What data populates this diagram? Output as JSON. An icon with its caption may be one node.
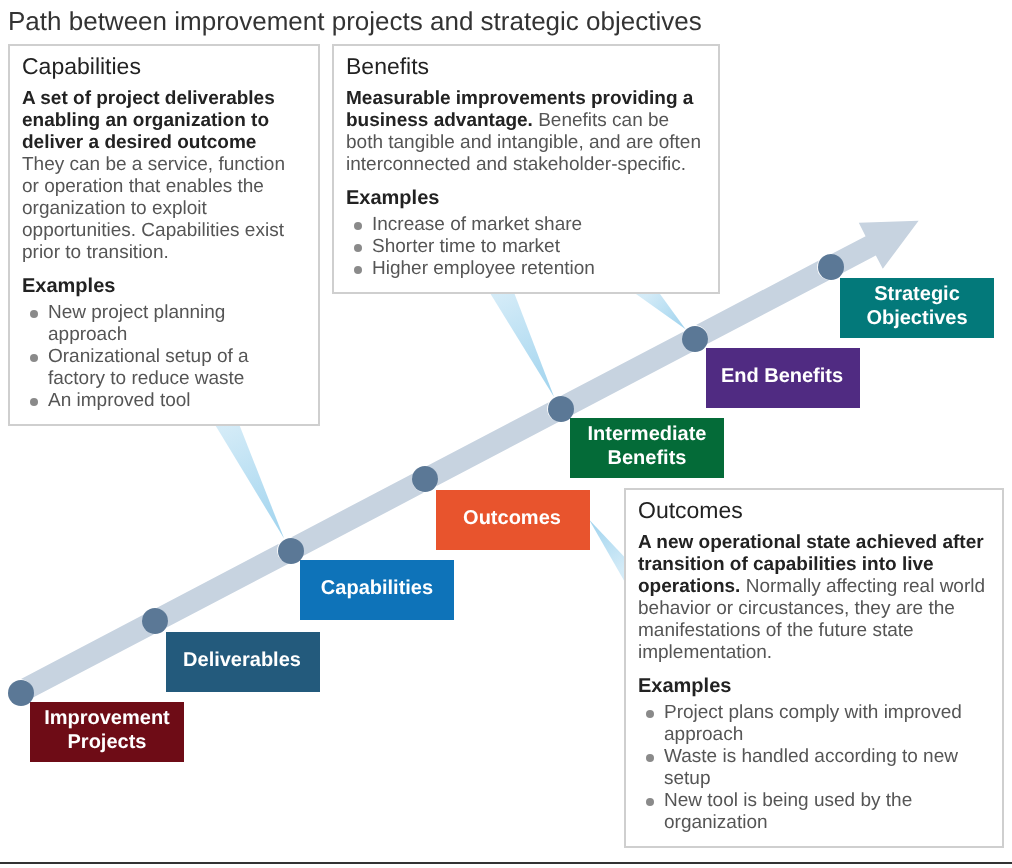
{
  "diagram": {
    "title": "Path between improvement projects and strategic objectives",
    "nodes": [
      {
        "text": [
          "Capabilities",
          "A set of project deliverables enabling an organization to deliver a desired outcome",
          "They can be a service, function or operation that enables the organization to exploit opportunities. Capabilities exist prior to transition.",
          "Examples",
          "New project planning approach",
          "Oranizational setup of a factory to reduce waste",
          "An improved tool"
        ]
      },
      {
        "text": [
          "Benefits",
          "**Measurable improvements providing a business advantage.** Benefits can be both tangible and intangible, and are often interconnected and stakeholder-specific.",
          "Examples",
          "Increase of market share",
          "Shorter time to market",
          "Higher employee retention"
        ]
      },
      {
        "text": [
          "Improvement Projects"
        ]
      },
      {
        "text": [
          "Deliverables"
        ]
      },
      {
        "text": [
          "Capabilities"
        ]
      },
      {
        "text": [
          "Outcomes"
        ]
      },
      {
        "text": [
          "Intermediate Benefits"
        ]
      },
      {
        "text": [
          "End Benefits"
        ]
      },
      {
        "text": [
          "Strategic Objectives"
        ]
      },
      {
        "text": [
          "Outcomes",
          "**A new operational state achieved after transition of capabilities into live operations.** Normally affecting real world behavior or circustances, they are the manifestations of the future state implementation.",
          "Examples",
          "Project plans comply with improved approach",
          "Waste is handled according to new setup",
          "New tool is being used by the organization"
        ]
      },
      {
        "text": [],
        "shape": "circle"
      },
      {
        "text": [],
        "shape": "circle"
      },
      {
        "text": [],
        "shape": "circle"
      },
      {
        "text": [],
        "shape": "circle"
      },
      {
        "text": [],
        "shape": "circle"
      },
      {
        "text": [],
        "shape": "circle"
      },
      {
        "text": [],
        "shape": "circle"
      }
    ],
    "edges": [
      {
        "from": 0,
        "to": 12,
        "arrow": "none",
        "color": "#9fd3ee"
      },
      {
        "from": 1,
        "to": 14,
        "arrow": "none",
        "color": "#9fd3ee"
      },
      {
        "from": 1,
        "to": 15,
        "arrow": "none",
        "color": "#9fd3ee"
      },
      {
        "from": 9,
        "to": 5,
        "arrow": "none",
        "color": "#9fd3ee"
      },
      {
        "from": 10,
        "to": 11,
        "arrow": "none",
        "style": "thick"
      },
      {
        "from": 11,
        "to": 12,
        "arrow": "none",
        "style": "thick"
      },
      {
        "from": 12,
        "to": 13,
        "arrow": "none",
        "style": "thick"
      },
      {
        "from": 13,
        "to": 14,
        "arrow": "none",
        "style": "thick"
      },
      {
        "from": 14,
        "to": 15,
        "arrow": "none",
        "style": "thick"
      },
      {
        "from": 15,
        "to": 16,
        "arrow": "none",
        "style": "thick"
      },
      {
        "from": 16,
        "to": null,
        "arrow": "to",
        "style": "thick"
      }
    ]
  }
}
